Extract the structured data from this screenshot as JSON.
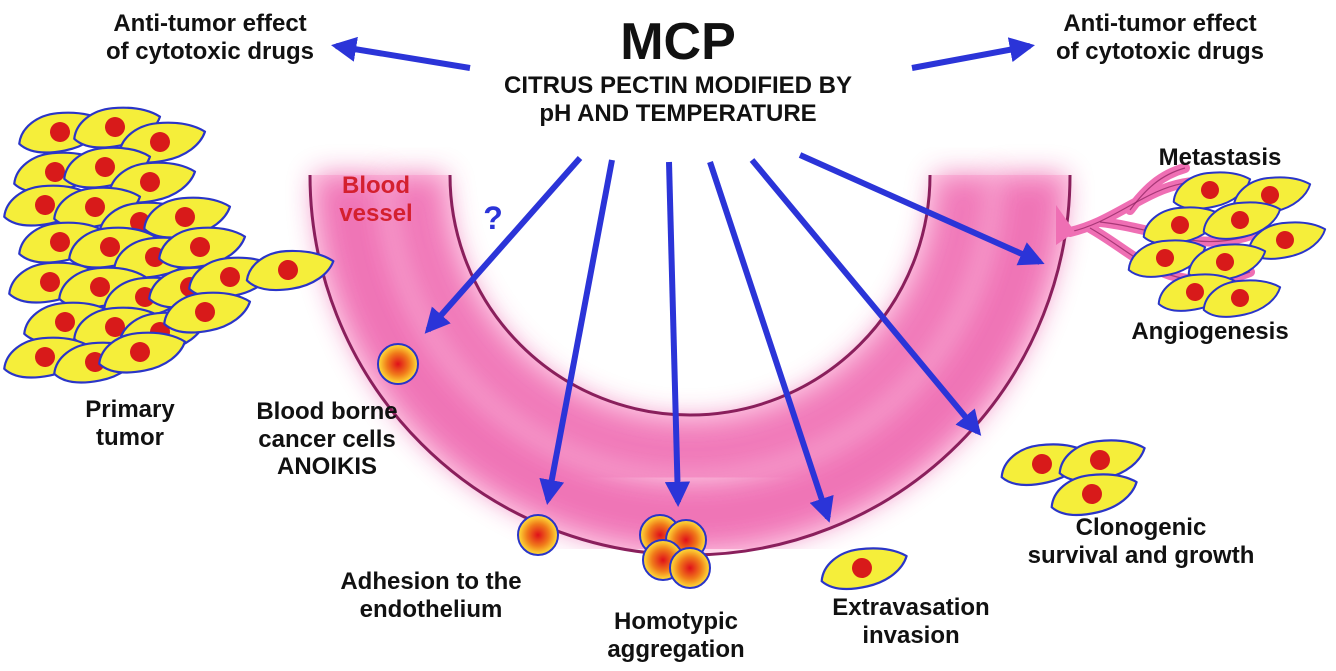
{
  "title": "MCP",
  "subtitle": [
    "CITRUS PECTIN MODIFIED BY",
    "pH AND TEMPERATURE"
  ],
  "effect_left": [
    "Anti-tumor effect",
    "of cytotoxic drugs"
  ],
  "effect_right": [
    "Anti-tumor effect",
    "of cytotoxic drugs"
  ],
  "vessel_label": [
    "Blood",
    "vessel"
  ],
  "question_mark": "?",
  "labels": {
    "primary_tumor": [
      "Primary",
      "tumor"
    ],
    "blood_borne": [
      "Blood  borne",
      "cancer cells",
      "ANOIKIS"
    ],
    "adhesion": [
      "Adhesion to the",
      "endothelium"
    ],
    "homotypic": [
      "Homotypic",
      "aggregation"
    ],
    "extravasation": [
      "Extravasation",
      "invasion"
    ],
    "clonogenic": [
      "Clonogenic",
      "survival and growth"
    ],
    "metastasis": [
      "Metastasis"
    ],
    "angiogenesis": [
      "Angiogenesis"
    ]
  },
  "colors": {
    "arrow": "#2b34d8",
    "cell_fill": "#f5ee3a",
    "cell_edge": "#2a35c8",
    "nucleus": "#d81a1a",
    "vessel_pink": "#ef6fb4",
    "vessel_outline": "#8a1f5c",
    "vessel_label": "#d4202f"
  }
}
